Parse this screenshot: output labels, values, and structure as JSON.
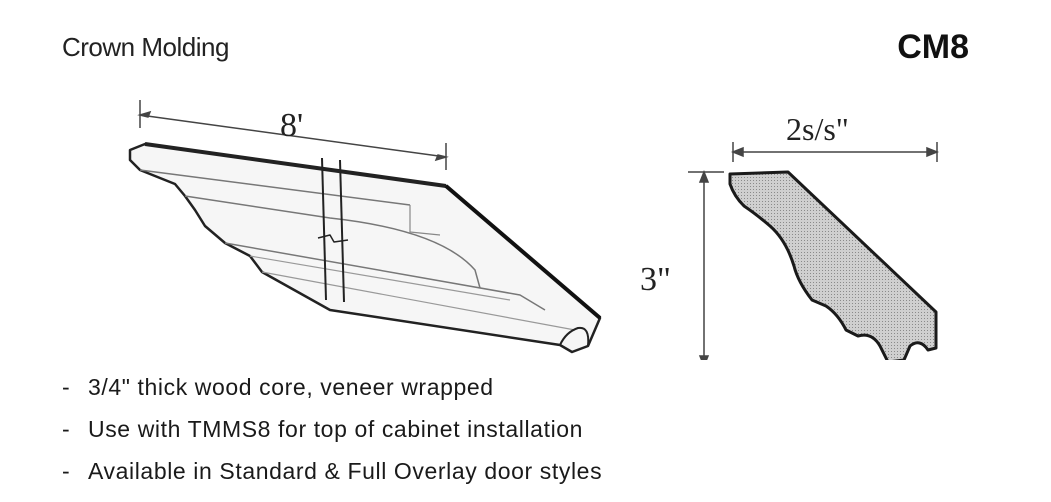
{
  "header": {
    "title": "Crown Molding",
    "code": "CM8"
  },
  "diagram": {
    "length_label": "8'",
    "width_label": "2s/s\"",
    "height_label": "3\""
  },
  "features": [
    "3/4\" thick wood core, veneer wrapped",
    "Use with TMMS8  for top of cabinet installation",
    "Available in Standard & Full Overlay door styles"
  ]
}
